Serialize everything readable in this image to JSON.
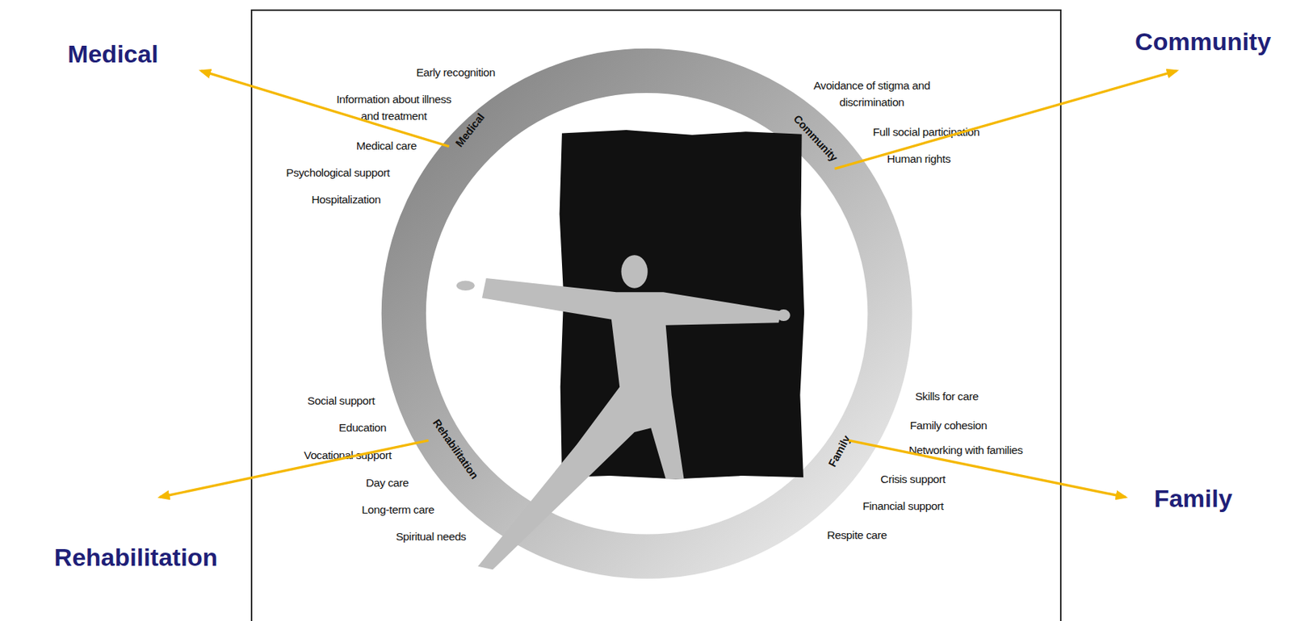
{
  "diagram": {
    "nodes": [
      {
        "text": [
          "Medical"
        ]
      },
      {
        "text": [
          "Community"
        ]
      },
      {
        "text": [
          "Rehabilitation"
        ]
      },
      {
        "text": [
          "Family"
        ]
      }
    ],
    "labels": [
      "Medical",
      "Community",
      "Rehabilitation",
      "Family",
      "Early recognition",
      "Information about illness and treatment",
      "Medical care",
      "Psychological support",
      "Hospitalization",
      "Avoidance of stigma and discrimination",
      "Full social participation",
      "Human rights",
      "Social support",
      "Education",
      "Vocational support",
      "Day care",
      "Long-term care",
      "Spiritual needs",
      "Skills for care",
      "Family cohesion",
      "Networking with families",
      "Crisis support",
      "Financial support",
      "Respite care"
    ]
  }
}
